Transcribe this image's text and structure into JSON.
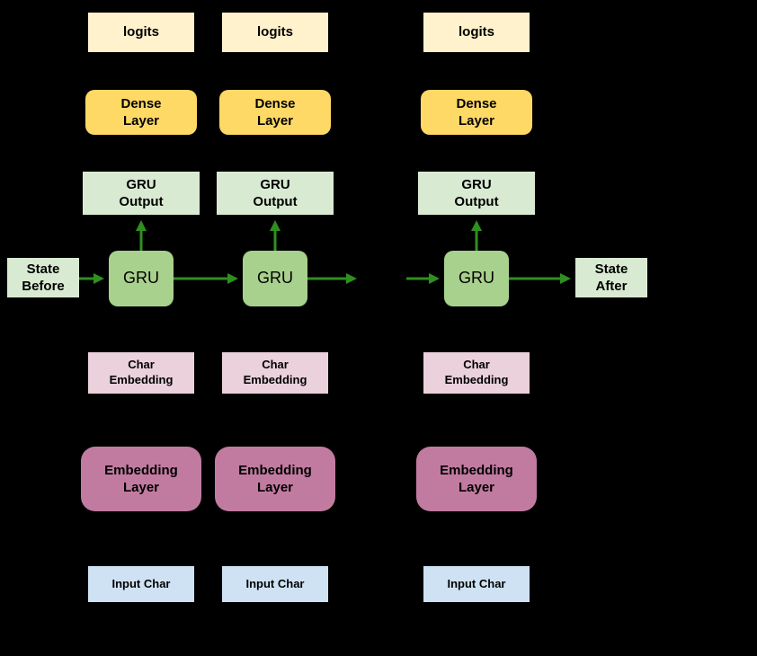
{
  "colors": {
    "background": "#000000",
    "logits_fill": "#FFF2CC",
    "dense_layer_fill": "#FFD966",
    "gru_output_fill": "#D9EAD3",
    "gru_fill": "#A9D18E",
    "state_fill": "#D9EAD3",
    "char_embedding_fill": "#EAD1DC",
    "embedding_layer_fill": "#C27BA0",
    "input_char_fill": "#CFE2F3",
    "arrow": "#2F8F1F",
    "text": "#000000"
  },
  "state_before": "State\nBefore",
  "state_after": "State\nAfter",
  "columns": [
    {
      "logits": "logits",
      "dense_layer": "Dense\nLayer",
      "gru_output": "GRU\nOutput",
      "gru": "GRU",
      "char_embedding": "Char\nEmbedding",
      "embedding_layer": "Embedding\nLayer",
      "input_char": "Input Char"
    },
    {
      "logits": "logits",
      "dense_layer": "Dense\nLayer",
      "gru_output": "GRU\nOutput",
      "gru": "GRU",
      "char_embedding": "Char\nEmbedding",
      "embedding_layer": "Embedding\nLayer",
      "input_char": "Input Char"
    },
    {
      "logits": "logits",
      "dense_layer": "Dense\nLayer",
      "gru_output": "GRU\nOutput",
      "gru": "GRU",
      "char_embedding": "Char\nEmbedding",
      "embedding_layer": "Embedding\nLayer",
      "input_char": "Input Char"
    }
  ]
}
